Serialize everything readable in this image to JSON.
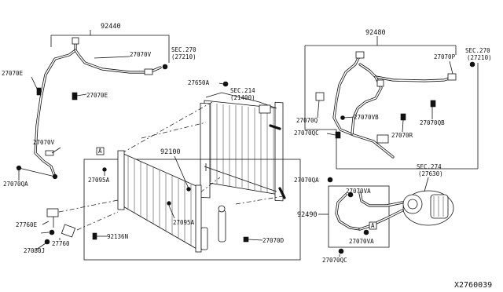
{
  "labels": {
    "pipe_front": "92440",
    "pipe_rear": "92480",
    "bolt_a": "27070E",
    "bolt_b": "27070E",
    "clip_v1": "27070V",
    "clip_v2": "27070V",
    "bolt_qa1": "27070QA",
    "sec270_1": "SEC.270",
    "sec270_1_sub": "(27210)",
    "sec270_2": "SEC.270",
    "sec270_2_sub": "(27210)",
    "cap": "27650A",
    "sec214": "SEC.214",
    "sec214_sub": "(21400)",
    "clip_p": "27070P",
    "clip_q": "27070Q",
    "clip_vb": "27070VB",
    "clip_qb": "27070QB",
    "clip_qc1": "27070QC",
    "clip_r": "27070R",
    "condenser": "92100",
    "bolt_095a_1": "27095A",
    "bolt_095a_2": "27095A",
    "sec274": "SEC.274",
    "sec274_sub": "(27630)",
    "bolt_qa2": "27070QA",
    "pipe_hose": "92490",
    "clip_va1": "27070VA",
    "clip_va2": "27070VA",
    "clip_qc2": "27070QC",
    "bracket_e": "27760E",
    "sensor": "27760",
    "bracket_j": "27080J",
    "drier": "92136N",
    "clip_d": "27070D",
    "ref_a1": "A",
    "ref_a2": "A",
    "diagram_id": "X2760039"
  }
}
